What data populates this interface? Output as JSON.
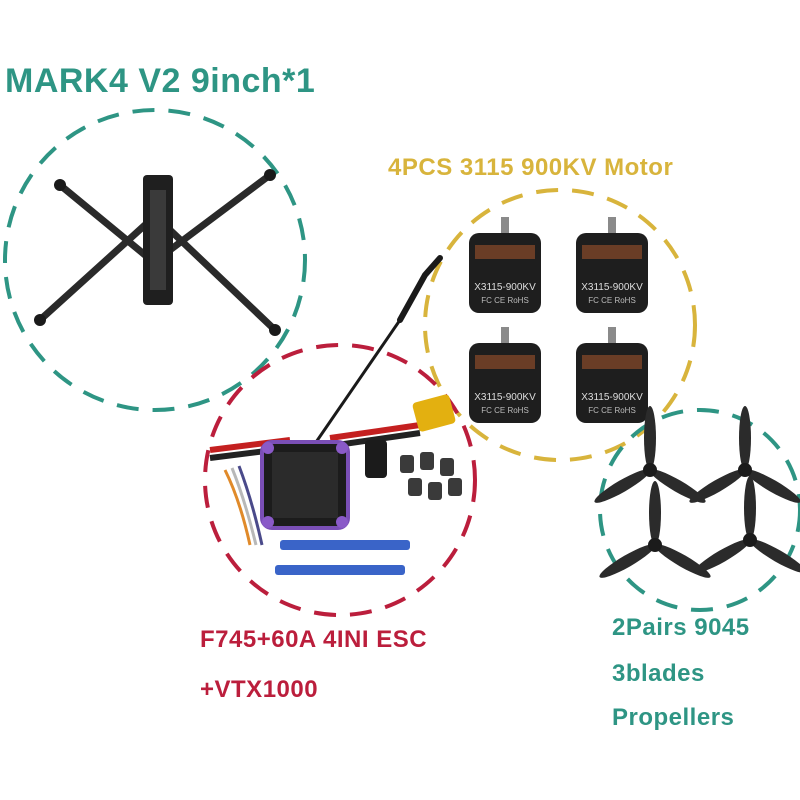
{
  "frame": {
    "title": "MARK4 V2 9inch*1",
    "color": "#2e9584"
  },
  "motors": {
    "title": "4PCS 3115 900KV Motor",
    "color": "#d8b43c",
    "motor_label": "X3115-900KV",
    "cert_label": "FC CE RoHS"
  },
  "electronics": {
    "line1": "F745+60A 4INI ESC",
    "line2": "+VTX1000",
    "color": "#bb1e3c"
  },
  "propellers": {
    "line1": "2Pairs 9045",
    "line2": "3blades",
    "line3": "Propellers",
    "color": "#2e9584"
  }
}
